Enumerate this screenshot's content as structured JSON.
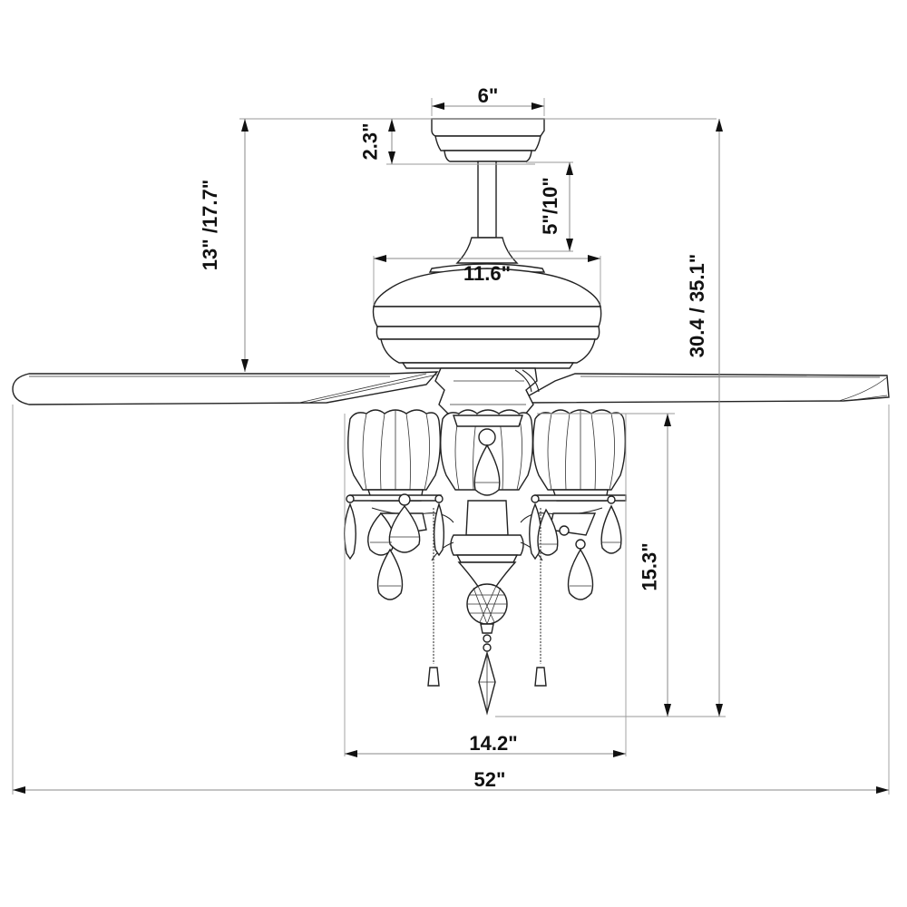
{
  "drawing": {
    "subject": "ceiling fan with crystal light kit",
    "units": "inches",
    "line_color": "#222222",
    "dimension_line_color": "#888888",
    "background": "#ffffff"
  },
  "dimensions": {
    "canopy_width": "6\"",
    "canopy_height": "2.3\"",
    "downrod_length": "5\"/10\"",
    "ceiling_to_blade": "13\" /17.7\"",
    "motor_housing_width": "11.6\"",
    "overall_height": "30.4 / 35.1\"",
    "light_kit_height": "15.3\"",
    "light_kit_width": "14.2\"",
    "blade_span": "52\""
  },
  "components": [
    {
      "name": "canopy"
    },
    {
      "name": "downrod"
    },
    {
      "name": "motor-housing"
    },
    {
      "name": "fan-blade-left"
    },
    {
      "name": "fan-blade-right"
    },
    {
      "name": "glass-shade-left"
    },
    {
      "name": "glass-shade-center"
    },
    {
      "name": "glass-shade-right"
    },
    {
      "name": "crystal-pendants"
    },
    {
      "name": "crystal-ball-finial"
    },
    {
      "name": "pull-chain-left"
    },
    {
      "name": "pull-chain-right"
    }
  ]
}
